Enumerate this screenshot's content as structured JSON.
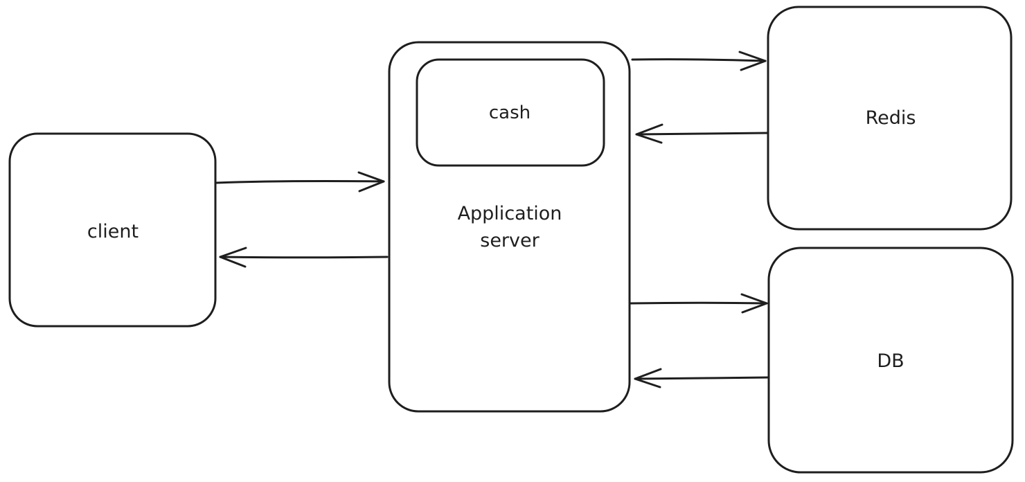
{
  "diagram": {
    "style": "hand-drawn whiteboard (excalidraw-like)",
    "background_color": "#ffffff",
    "stroke_color": "#1e1e1e",
    "nodes": {
      "client": {
        "label": "client"
      },
      "app_server": {
        "label": "Application server",
        "label_line1": "Application",
        "label_line2": "server"
      },
      "cache": {
        "label": "cash"
      },
      "redis": {
        "label": "Redis"
      },
      "db": {
        "label": "DB"
      }
    },
    "edges": [
      {
        "from": "client",
        "to": "app_server"
      },
      {
        "from": "app_server",
        "to": "client"
      },
      {
        "from": "app_server",
        "to": "redis"
      },
      {
        "from": "redis",
        "to": "app_server"
      },
      {
        "from": "app_server",
        "to": "db"
      },
      {
        "from": "db",
        "to": "app_server"
      }
    ]
  }
}
